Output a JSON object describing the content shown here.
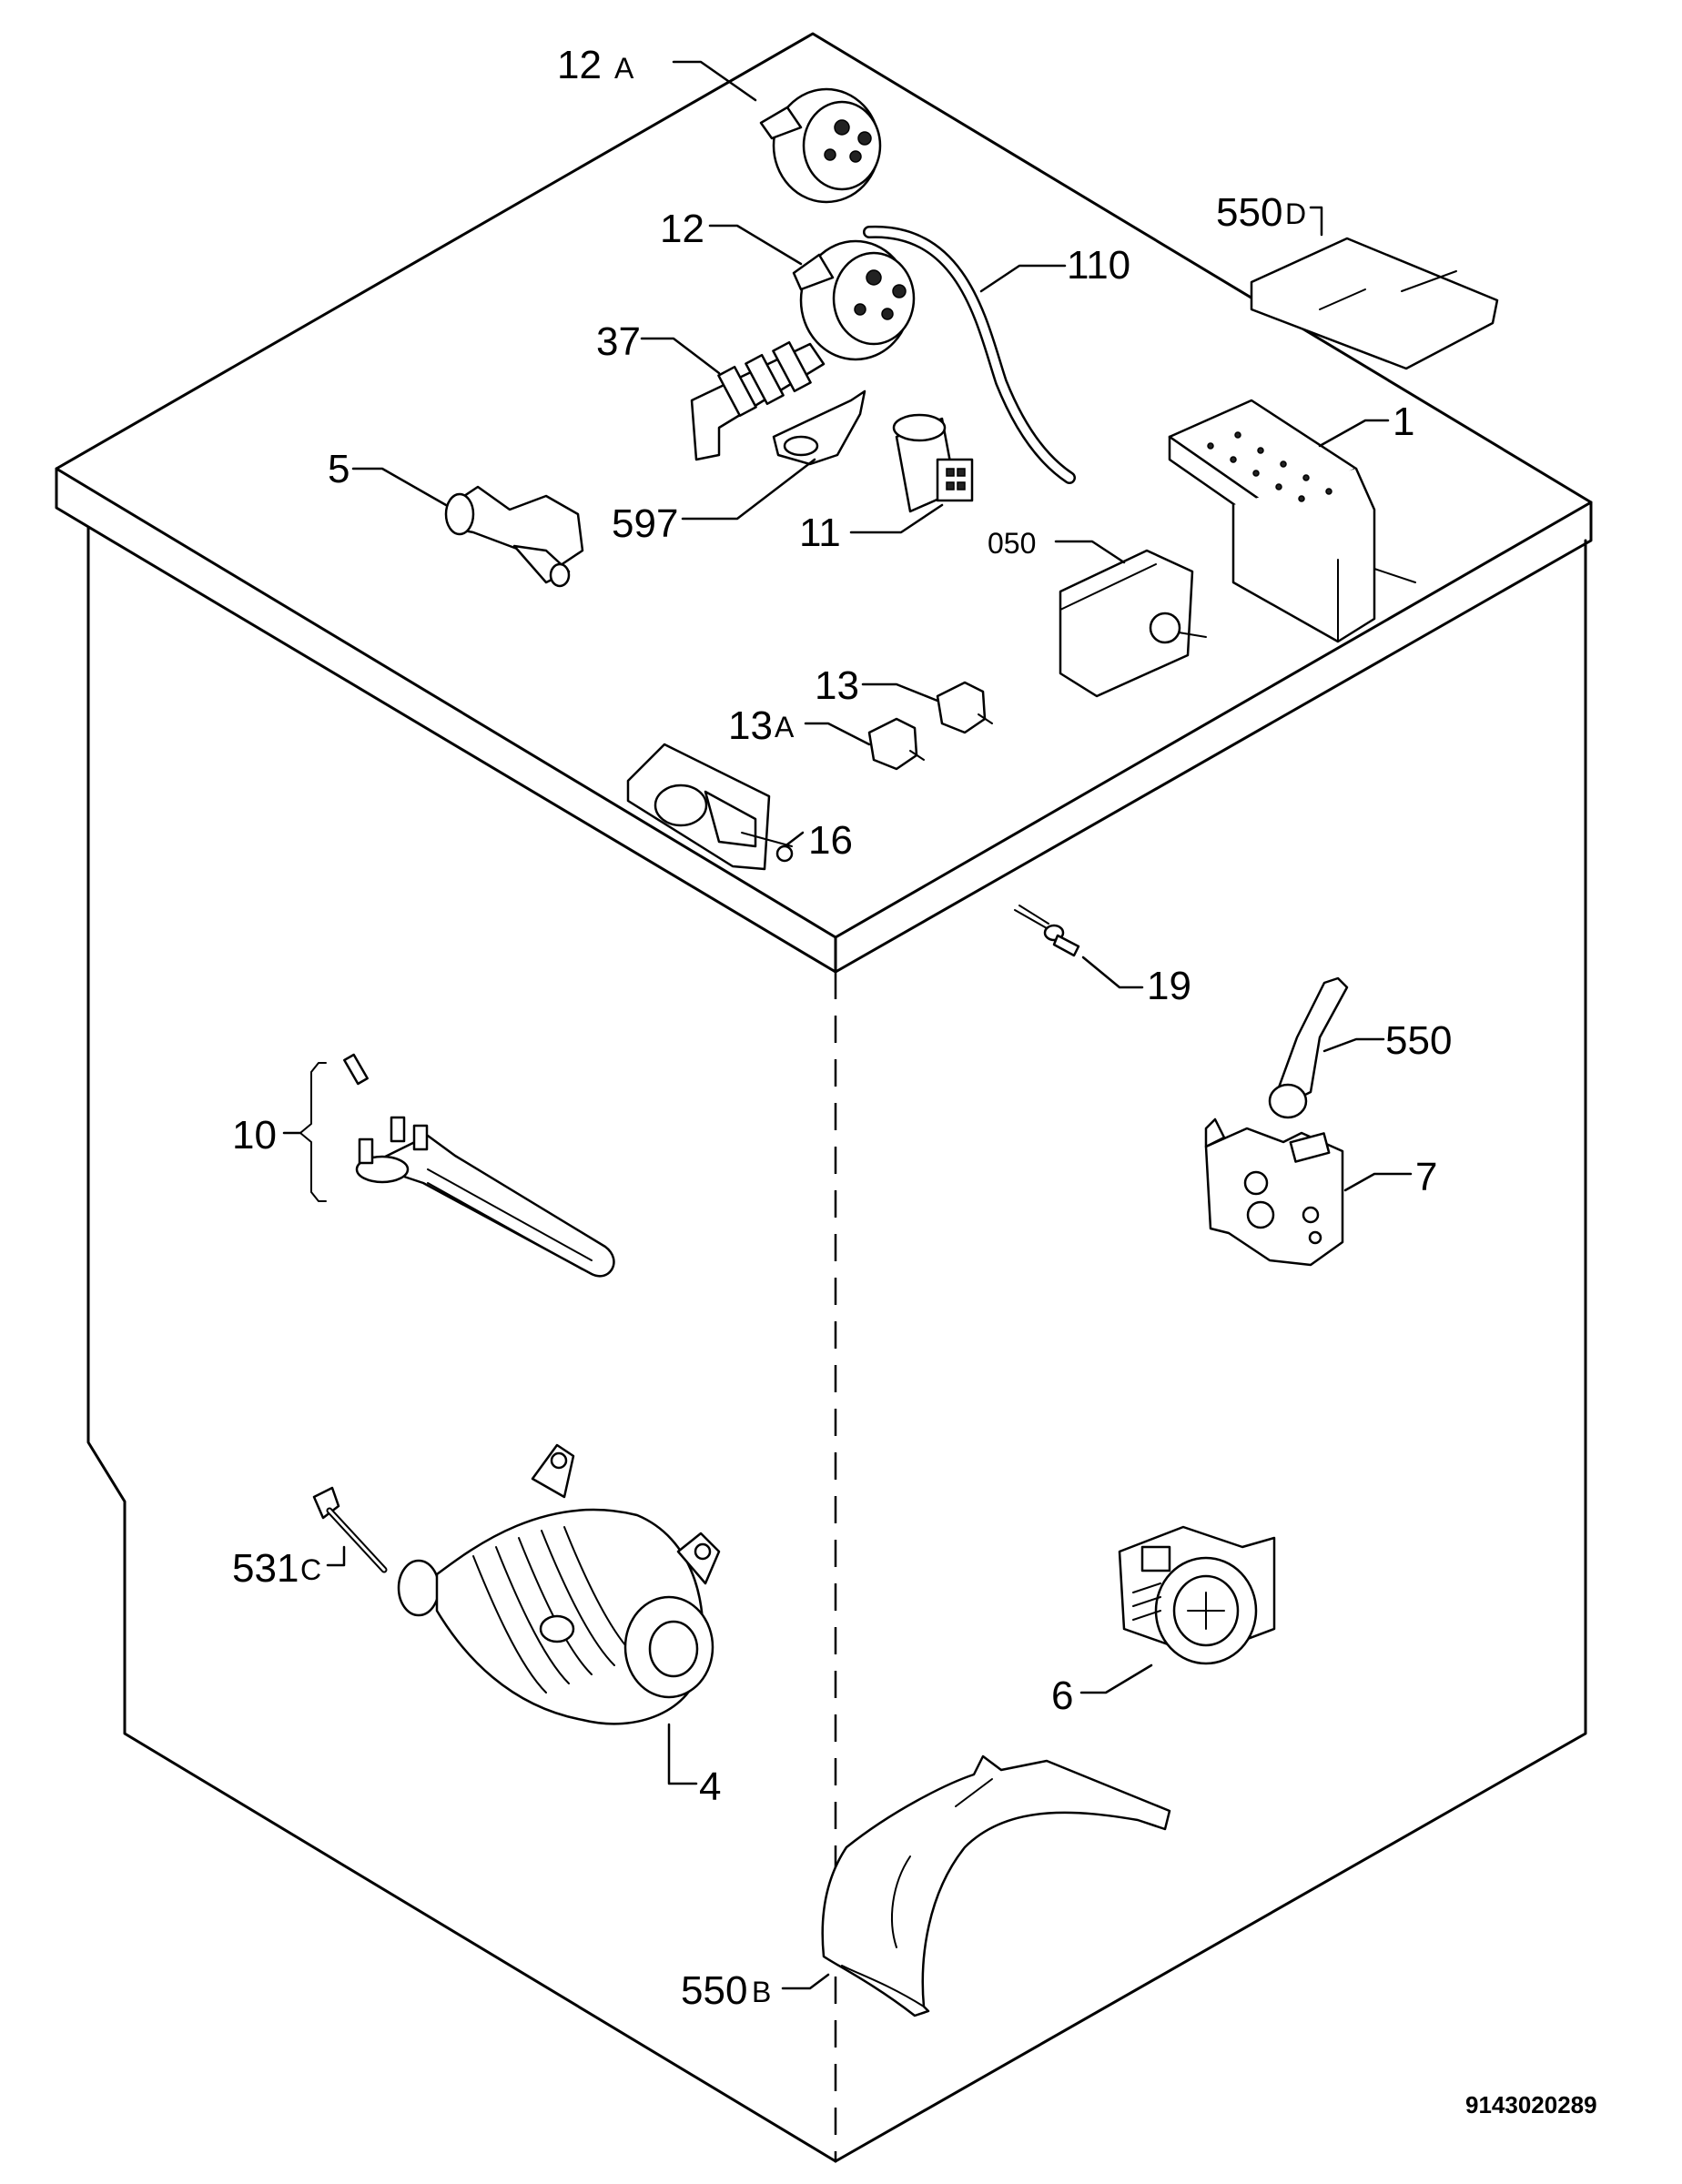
{
  "labels": {
    "p12a_num": "12",
    "p12a_suffix": "A",
    "p550d_num": "550",
    "p550d_suffix": "D",
    "p12": "12",
    "p110": "110",
    "p37": "37",
    "p1": "1",
    "p5": "5",
    "p597": "597",
    "p11": "11",
    "p050": "050",
    "p13": "13",
    "p13a_num": "13",
    "p13a_suffix": "A",
    "p16": "16",
    "p19": "19",
    "p550": "550",
    "p10": "10",
    "p7": "7",
    "p531c_num": "531",
    "p531c_suffix": "C",
    "p4": "4",
    "p6": "6",
    "p550b_num": "550",
    "p550b_suffix": "B"
  },
  "diagram_code": "9143020289"
}
